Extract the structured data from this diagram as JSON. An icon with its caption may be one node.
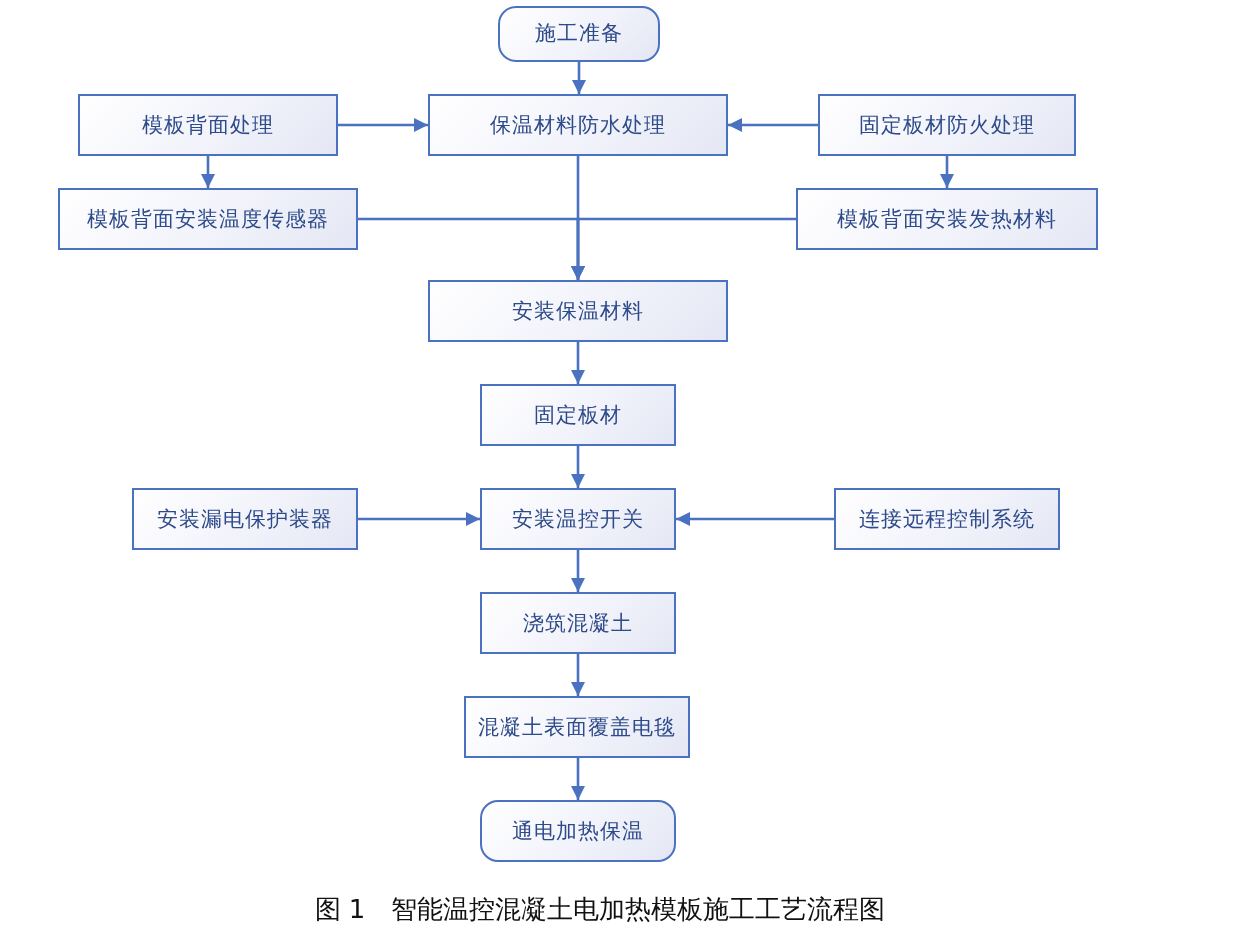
{
  "diagram": {
    "caption": "图 1　智能温控混凝土电加热模板施工工艺流程图",
    "nodes": [
      {
        "text": [
          "施工准备"
        ]
      },
      {
        "text": [
          "模板背面处理"
        ]
      },
      {
        "text": [
          "保温材料防水处理"
        ]
      },
      {
        "text": [
          "固定板材防火处理"
        ]
      },
      {
        "text": [
          "模板背面安装温度传感器"
        ]
      },
      {
        "text": [
          "模板背面安装发热材料"
        ]
      },
      {
        "text": [
          "安装保温材料"
        ]
      },
      {
        "text": [
          "固定板材"
        ]
      },
      {
        "text": [
          "安装漏电保护装器"
        ]
      },
      {
        "text": [
          "安装温控开关"
        ]
      },
      {
        "text": [
          "连接远程控制系统"
        ]
      },
      {
        "text": [
          "浇筑混凝土"
        ]
      },
      {
        "text": [
          "混凝土表面覆盖电毯"
        ]
      },
      {
        "text": [
          "通电加热保温"
        ]
      }
    ],
    "edges": [
      {
        "from": 0,
        "to": 2,
        "arrow": "to"
      },
      {
        "from": 1,
        "to": 2,
        "arrow": "to"
      },
      {
        "from": 3,
        "to": 2,
        "arrow": "to"
      },
      {
        "from": 1,
        "to": 4,
        "arrow": "to"
      },
      {
        "from": 3,
        "to": 5,
        "arrow": "to"
      },
      {
        "from": 2,
        "to": 6,
        "arrow": "to"
      },
      {
        "from": 4,
        "to": 6,
        "arrow": "to"
      },
      {
        "from": 5,
        "to": 6,
        "arrow": "to"
      },
      {
        "from": 6,
        "to": 7,
        "arrow": "to"
      },
      {
        "from": 7,
        "to": 9,
        "arrow": "to"
      },
      {
        "from": 8,
        "to": 9,
        "arrow": "to"
      },
      {
        "from": 10,
        "to": 9,
        "arrow": "to"
      },
      {
        "from": 9,
        "to": 11,
        "arrow": "to"
      },
      {
        "from": 11,
        "to": 12,
        "arrow": "to"
      },
      {
        "from": 12,
        "to": 13,
        "arrow": "to"
      }
    ]
  }
}
